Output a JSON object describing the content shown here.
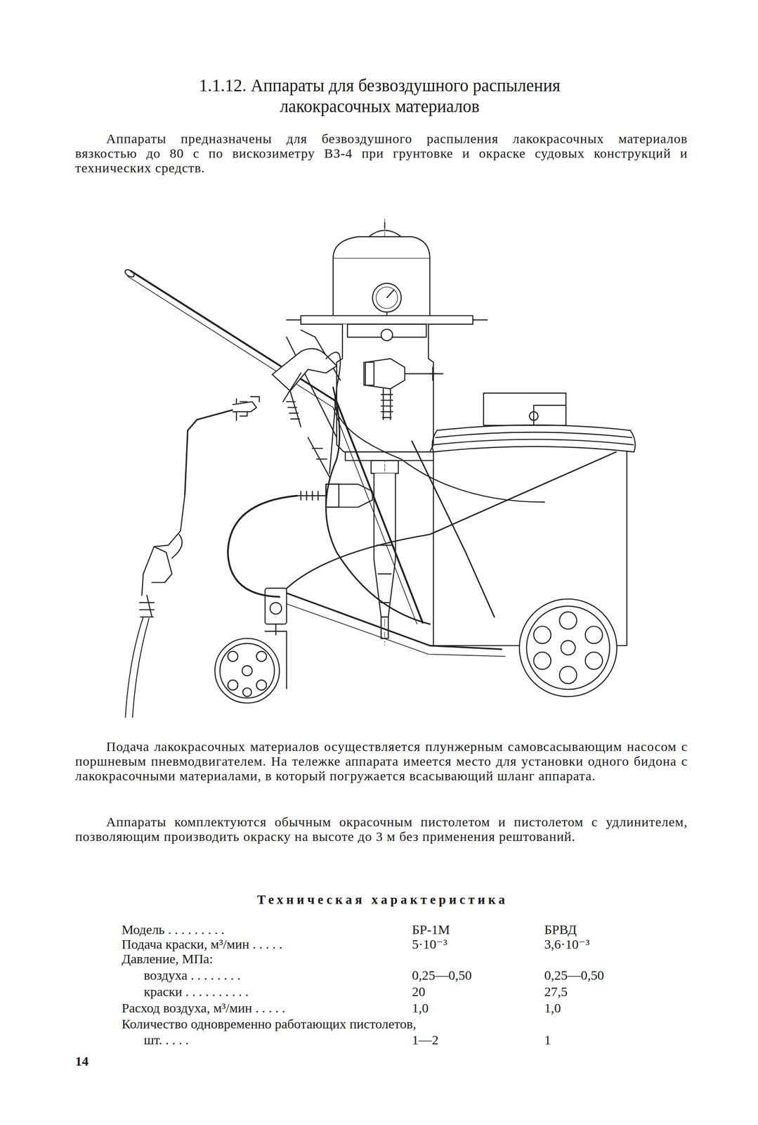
{
  "diagram": {
    "title": "1.1.12. Аппараты для безвоздушного распыления лакокрасочных материалов",
    "labels": [
      "Аппараты предназначены для безвоздушного распыления лакокрасочных материалов вязкостью до 80 с по вискозиметру ВЗ-4 при грунтовке и окраске судовых конструкций и технических средств.",
      "Подача лакокрасочных материалов осуществляется плунжерным самовсасывающим насосом с поршневым пневмодвигателем. На тележке аппарата имеется место для установки одного бидона с лакокрасочными материалами, в который погружается всасывающий шланг аппарата.",
      "Аппараты комплектуются обычным окрасочным пистолетом и пистолетом с удлинителем, позволяющим производить окраску на высоте до 3 м без применения рештований.",
      "Техническая характеристика",
      "Модель . . . . . . . . .",
      "БР-1М",
      "БРВД",
      "Подача краски, м³/мин . . . . .",
      "5·10⁻³",
      "3,6·10⁻³",
      "Давление, МПа:",
      "воздуха . . . . . . . .",
      "0,25—0,50",
      "0,25—0,50",
      "краски . . . . . . . . . .",
      "20",
      "27,5",
      "Расход воздуха, м³/мин . . . . .",
      "1,0",
      "1,0",
      "Количество одновременно работающих пистолетов, шт. . . . .",
      "1—2",
      "1",
      "14"
    ]
  }
}
